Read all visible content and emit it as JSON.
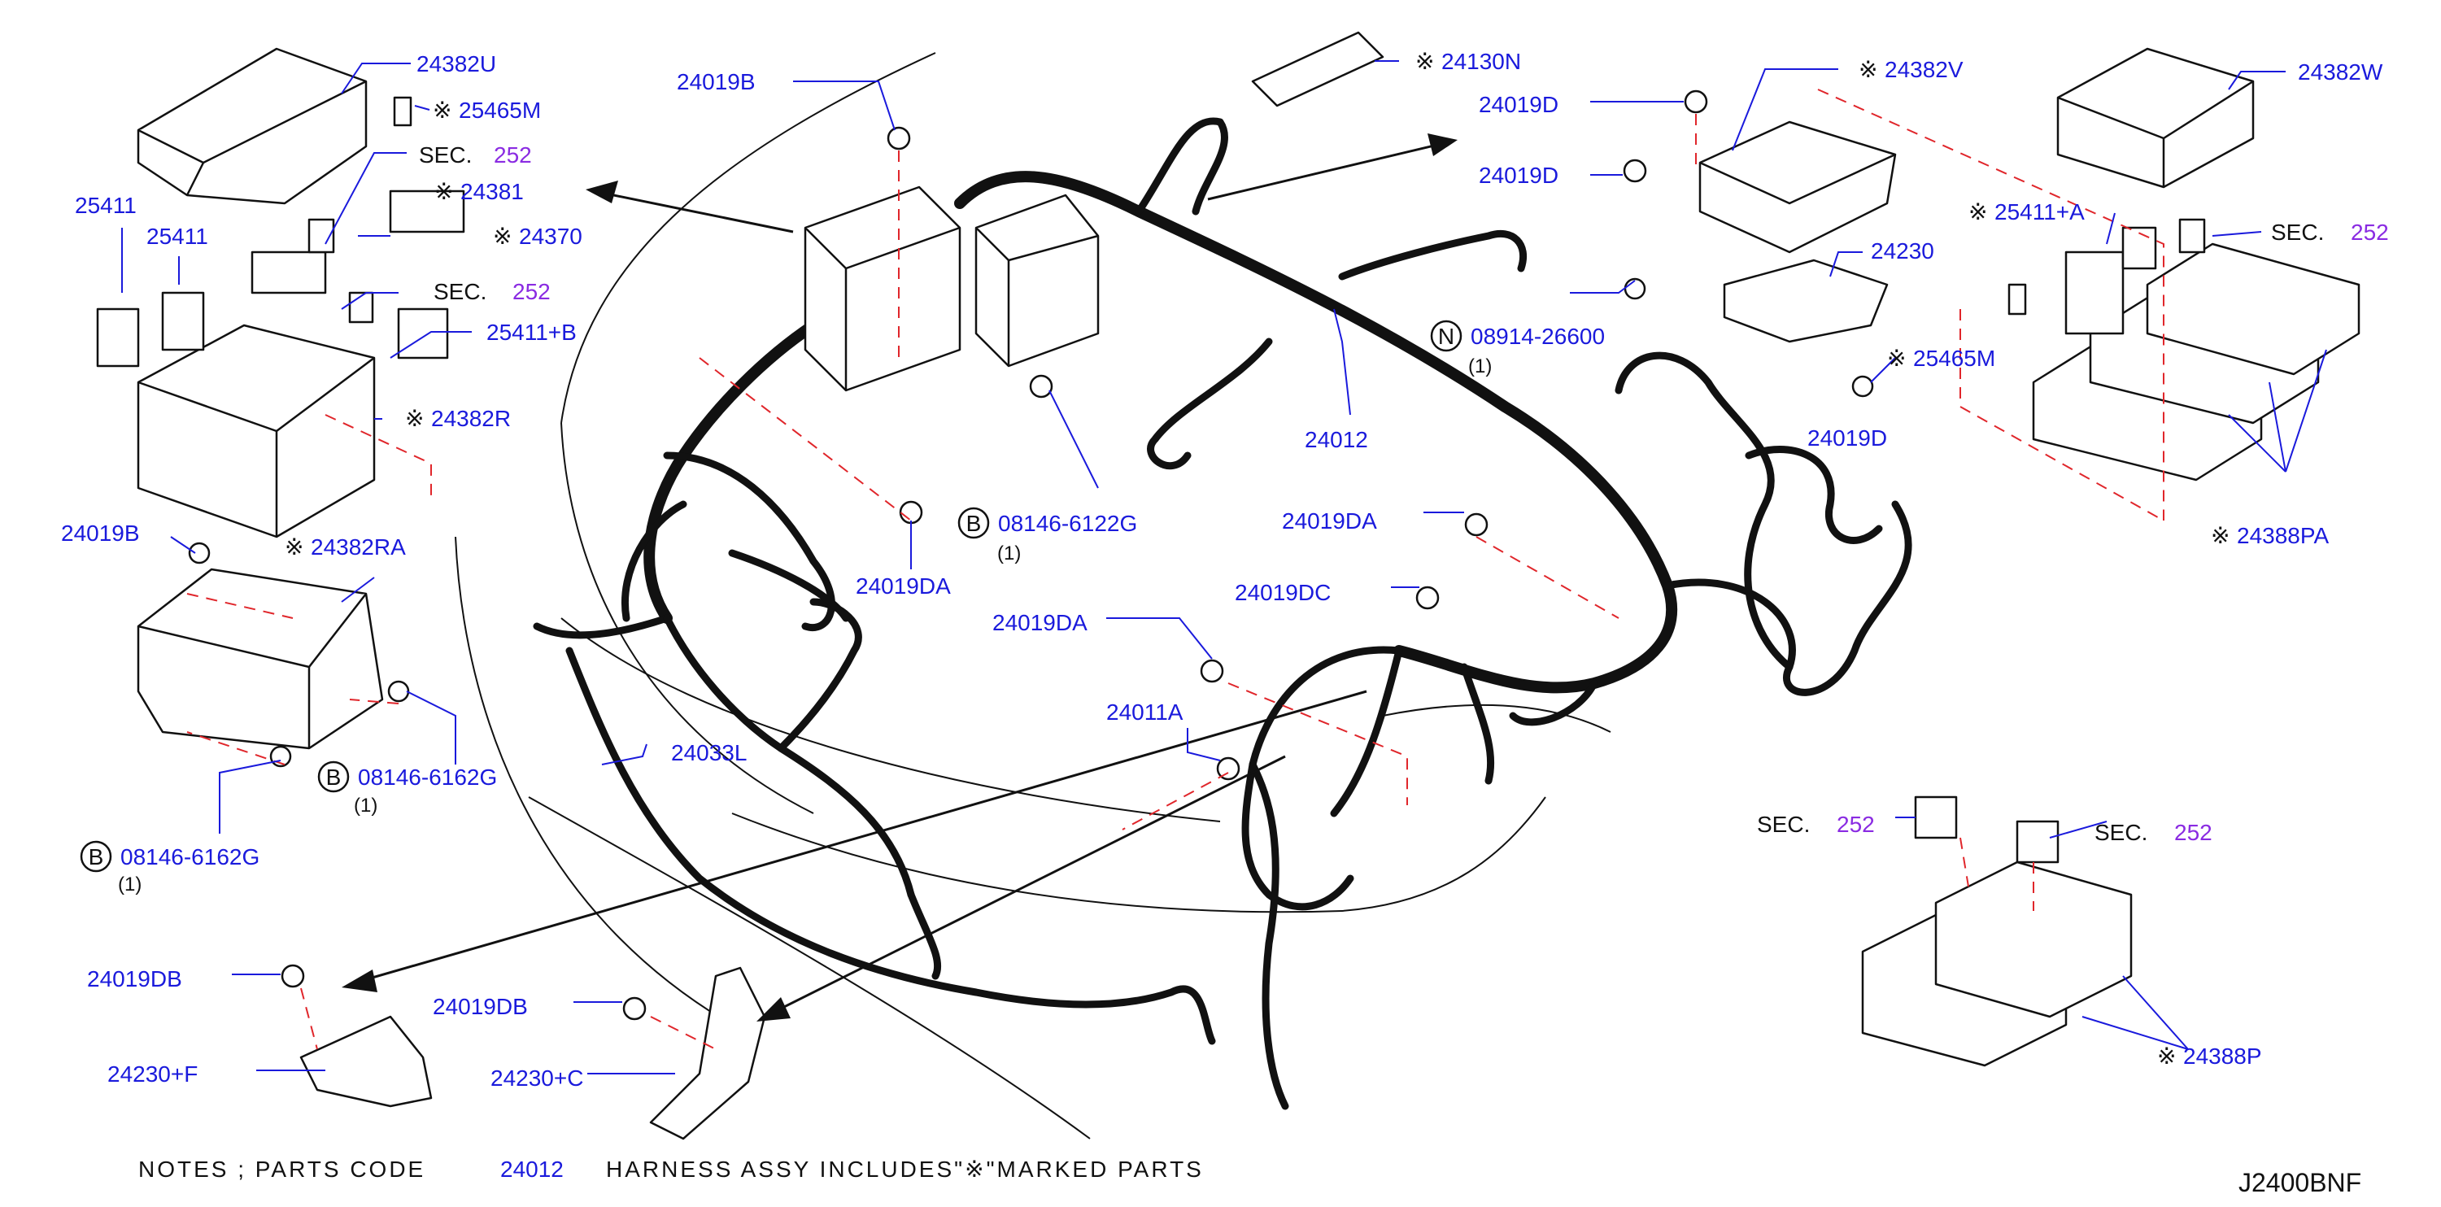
{
  "labels": {
    "l_24382U": "24382U",
    "l_25465M_top": "25465M",
    "l_sec252_a_prefix": "SEC.",
    "l_sec252_a_num": "252",
    "l_24381": "24381",
    "l_24370": "24370",
    "l_25411_a": "25411",
    "l_25411_b": "25411",
    "l_sec252_b_prefix": "SEC.",
    "l_sec252_b_num": "252",
    "l_25411B": "25411+B",
    "l_24382R": "24382R",
    "l_24019B_left": "24019B",
    "l_24382RA": "24382RA",
    "l_08146_6162G_a": "08146-6162G",
    "l_qty_a": "(1)",
    "l_08146_6162G_b": "08146-6162G",
    "l_qty_b": "(1)",
    "l_24019B_top": "24019B",
    "l_24130N": "24130N",
    "l_24019D_a": "24019D",
    "l_24019D_b": "24019D",
    "l_24382V": "24382V",
    "l_24382W": "24382W",
    "l_25411A": "25411+A",
    "l_sec252_c_prefix": "SEC.",
    "l_sec252_c_num": "252",
    "l_24230": "24230",
    "l_08914_26600": "08914-26600",
    "l_qty_n": "(1)",
    "l_25465M_right": "25465M",
    "l_24019D_c": "24019D",
    "l_24388PA": "24388PA",
    "l_24012": "24012",
    "l_24019DA_a": "24019DA",
    "l_08146_6122G": "08146-6122G",
    "l_qty_c": "(1)",
    "l_24019DA_b": "24019DA",
    "l_24019DC": "24019DC",
    "l_24019DA_c": "24019DA",
    "l_24011A": "24011A",
    "l_24033L": "24033L",
    "l_sec252_d_prefix": "SEC.",
    "l_sec252_d_num": "252",
    "l_sec252_e_prefix": "SEC.",
    "l_sec252_e_num": "252",
    "l_24388P": "24388P",
    "l_24019DB_a": "24019DB",
    "l_24230F": "24230+F",
    "l_24019DB_b": "24019DB",
    "l_24230C": "24230+C"
  },
  "marks": {
    "asterisk": "※",
    "circle_b": "B",
    "circle_n": "N"
  },
  "notes": {
    "line": "NOTES ; PARTS CODE",
    "code": "24012",
    "rest": "HARNESS ASSY INCLUDES\"※\"MARKED PARTS"
  },
  "drawing_id": "J2400BNF",
  "colors": {
    "label_blue": "#1a1adc",
    "section_purple": "#8a2be2",
    "dash_red": "#e0262b",
    "ink": "#111111"
  }
}
